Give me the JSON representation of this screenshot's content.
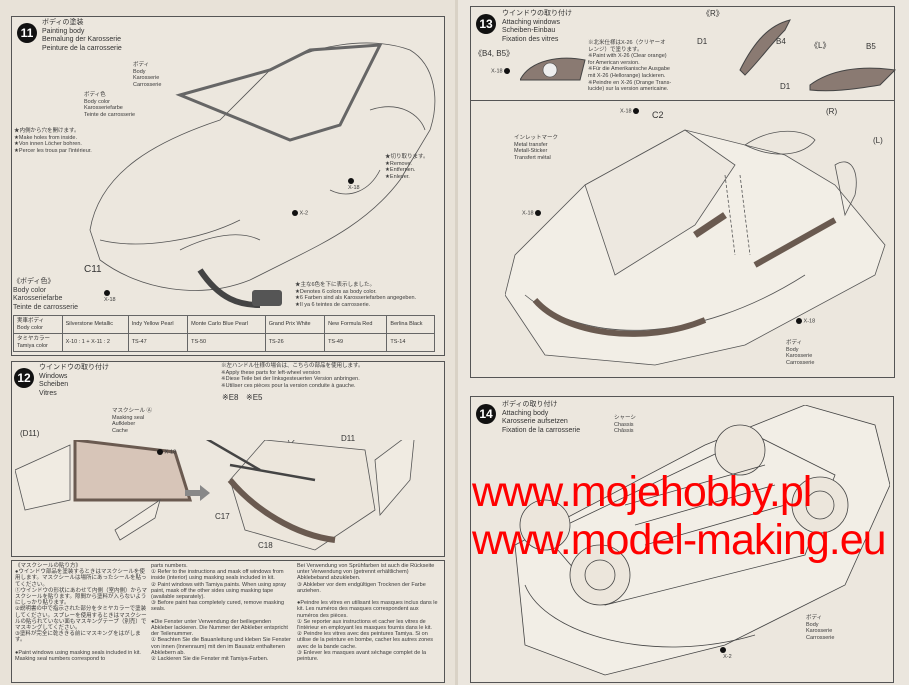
{
  "watermark": "www.mojehobby.pl www.model-making.eu",
  "step11": {
    "number": "11",
    "title": [
      "ボディの塗装",
      "Painting body",
      "Bemalung der Karosserie",
      "Peinture de la carrosserie"
    ],
    "body_label": [
      "ボディ",
      "Body",
      "Karosserie",
      "Carrosserie"
    ],
    "body_color_label": [
      "ボディ色",
      "Body color",
      "Karosseriefarbe",
      "Teinte de carrosserie"
    ],
    "holes_note": [
      "★内側から穴を開けます。",
      "★Make holes from inside.",
      "★Von innen Löcher bohren.",
      "★Percer les trous par l'intérieur."
    ],
    "remove_note": [
      "★切り取ります。",
      "★Remove.",
      "★Entfernen.",
      "★Enlever."
    ],
    "paint_x18a": "X-18",
    "paint_x2": "X-2",
    "paint_x18b": "X-18",
    "part_c11": "C11",
    "color_heading": [
      "《ボディ色》",
      "Body color",
      "Karosseriefarbe",
      "Teinte de carrosserie"
    ],
    "colors_note": [
      "★主な6色を下に表示しました。",
      "★Denotes 6 colors as body color.",
      "★6 Farben sind als Karosseriefarben angegeben.",
      "★Il ya 6 teintes de carrosserie."
    ],
    "table": {
      "row1_header": [
        "実車ボディ",
        "Body color"
      ],
      "row2_header": [
        "タミヤカラー",
        "Tamiya color"
      ],
      "body_colors": [
        "Silverstone Metallic",
        "Indy Yellow Pearl",
        "Monte Carlo Blue Pearl",
        "Grand Prix White",
        "New Formula Red",
        "Berlina Black"
      ],
      "tamiya_colors": [
        "X-10 : 1 + X-11 : 2",
        "TS-47",
        "TS-50",
        "TS-26",
        "TS-49",
        "TS-14"
      ]
    }
  },
  "step12": {
    "number": "12",
    "title": [
      "ウインドウの取り付け",
      "Windows",
      "Scheiben",
      "Vitres"
    ],
    "d11_left": "(D11)",
    "mask_label": [
      "マスクシール Ⓐ",
      "Masking seal",
      "Aufkleber",
      "Cache"
    ],
    "x18": "X-18",
    "note": [
      "※左ハンドル仕様の場合は、こちらの部品を使用します。",
      "※Apply these parts for left-wheel version",
      "※Diese Teile bei der linksgesteuerten Version anbringen.",
      "※Utiliser ces pièces pour la version conduite à gauche."
    ],
    "e8": "※E8",
    "e5": "※E5",
    "d11": "D11",
    "c17": "C17",
    "c18": "C18"
  },
  "instructions": {
    "col1": "《マスクシールの貼り方》\n●ウインドウ部品を塗装するときはマスクシールを使用します。マスクシールは場所にあったシールを貼ってください。\n①ウインドウの形状にあわせて内側（室内側）からマスクシールを貼ります。隙間から塗料が入らないようにしっかり貼ります。\n②説明書の中で指示された部分をタミヤカラーで塗装してください。スプレーを使用するときはマスクシールの貼られていない面もマスキングテープ（別売）でマスキングしてください。\n③塗料が完全に乾ききる前にマスキングをはがします。\n\n●Paint windows using masking seals included in kit. Masking seal numbers correspond to",
    "col2": "parts numbers.\n① Refer to the instructions and mask off windows from inside (interior) using masking seals included in kit.\n② Paint windows with Tamiya paints. When using spray paint, mask off the other sides using masking tape (available separately).\n③ Before paint has completely cured, remove masking seals.\n\n●Die Fenster unter Verwendung der beiliegenden Abkleber lackieren. Die Nummer der Abkleber entspricht der Teilenummer.\n① Beachten Sie die Bauanleitung und kleben Sie Fenster von innen (Innenraum) mit den im Bausatz enthaltenen Abklebern ab.\n② Lackieren Sie die Fenster mit Tamiya-Farben.",
    "col3": "Bei Verwendung von Sprühfarben ist auch die Rückseite unter Verwendung von (getrennt erhältlichem) Abklebeband abzukleben.\n③ Abkleber vor dem endgültigen Trocknen der Farbe anziehen.\n\n●Peindre les vitres en utilisant les masques inclus dans le kit. Les numéros des masques correspondent aux numéros des pièces.\n① Se reporter aux instructions et cacher les vitres de l'intérieur en employant les masques fournis dans le kit.\n② Peindre les vitres avec des peintures Tamiya. Si on utilise de la peinture en bombe, cacher les autres zones avec de la bande cache.\n③ Enlever les masques avant séchage complet de la peinture."
  },
  "step13": {
    "number": "13",
    "title": [
      "ウインドウの取り付け",
      "Attaching windows",
      "Scheiben-Einbau",
      "Fixation des vitres"
    ],
    "b4b5": "《B4, B5》",
    "x18": "X-18",
    "note": [
      "※北米仕様はX-26（クリヤーオ",
      "レンジ）で塗ります。",
      "※Paint with X-26 (Clear orange)",
      "for American version.",
      "※Für die Amerikanische Ausgabe",
      "mit X-26 (Hellorange) lackieren.",
      "※Peindre en X-26 (Orange Trans-",
      "lucide) sur la version americaine."
    ],
    "r": "《R》",
    "l": "《L》",
    "d1a": "D1",
    "d1b": "D1",
    "b4": "B4",
    "b5": "B5",
    "x18_c2": "X-18",
    "c2": "C2",
    "metal_transfer": [
      "インレットマーク",
      "Metal transfer",
      "Metall-Sticker",
      "Transfert métal"
    ],
    "r2": "(R)",
    "l2": "(L)",
    "x18_left": "X-18",
    "x18_right": "X-18",
    "body_label": [
      "ボディ",
      "Body",
      "Karosserie",
      "Carrosserie"
    ]
  },
  "step14": {
    "number": "14",
    "title": [
      "ボディの取り付け",
      "Attaching body",
      "Karosserie aufsetzen",
      "Fixation de la carrosserie"
    ],
    "chassis_label": [
      "シャーシ",
      "Chassis",
      "Châssis"
    ],
    "body_label": [
      "ボディ",
      "Body",
      "Karosserie",
      "Carrosserie"
    ],
    "x2": "X-2"
  }
}
